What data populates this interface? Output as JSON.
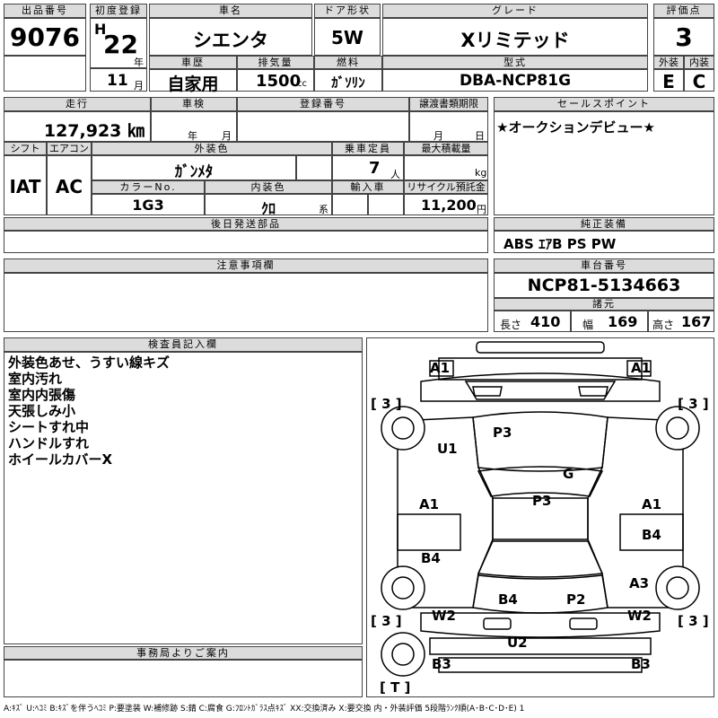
{
  "lot": {
    "label": "出品番号",
    "value": "9076"
  },
  "first_reg": {
    "label": "初度登録",
    "era": "H",
    "year": "22",
    "year_unit": "年",
    "month": "11",
    "month_unit": "月"
  },
  "car_name": {
    "label": "車名",
    "value": "シエンタ"
  },
  "door": {
    "label": "ドア形状",
    "value": "5W"
  },
  "grade": {
    "label": "グレード",
    "value": "Xリミテッド"
  },
  "score": {
    "label": "評価点",
    "value": "3",
    "ext_label": "外装",
    "int_label": "内装",
    "ext_value": "E",
    "int_value": "C"
  },
  "history": {
    "label": "車歴",
    "value": "自家用"
  },
  "displacement": {
    "label": "排気量",
    "value": "1500",
    "unit": "cc"
  },
  "fuel": {
    "label": "燃料",
    "value": "ｶﾞｿﾘﾝ"
  },
  "model": {
    "label": "型式",
    "value": "DBA-NCP81G"
  },
  "mileage": {
    "label": "走行",
    "value": "127,923 ㎞"
  },
  "inspection": {
    "label": "車検",
    "year_unit": "年",
    "month_unit": "月"
  },
  "registration": {
    "label": "登録番号"
  },
  "transfer": {
    "label": "譲渡書類期限",
    "month_unit": "月",
    "day_unit": "日"
  },
  "sales_point": {
    "label": "セールスポイント",
    "value": "★オークションデビュー★"
  },
  "shift": {
    "label": "シフト",
    "value": "IAT"
  },
  "aircon": {
    "label": "エアコン",
    "value": "AC"
  },
  "ext_color": {
    "label": "外装色",
    "value": "ｶﾞﾝﾒﾀ"
  },
  "capacity": {
    "label": "乗車定員",
    "value": "7",
    "unit": "人"
  },
  "max_load": {
    "label": "最大積載量",
    "unit": "kg"
  },
  "color_no": {
    "label": "カラーNo.",
    "value": "1G3"
  },
  "int_color": {
    "label": "内装色",
    "value": "ｸﾛ",
    "unit": "系"
  },
  "import": {
    "label": "輸入車"
  },
  "recycle": {
    "label": "リサイクル預託金",
    "value": "11,200",
    "unit": "円"
  },
  "later_parts": {
    "label": "後日発送部品"
  },
  "equipment": {
    "label": "純正装備",
    "value": "ABS ｴｱB PS PW"
  },
  "caution": {
    "label": "注意事項欄"
  },
  "chassis": {
    "label": "車台番号",
    "value": "NCP81-5134663"
  },
  "specs": {
    "label": "諸元",
    "length_label": "長さ",
    "length": "410",
    "width_label": "幅",
    "width": "169",
    "height_label": "高さ",
    "height": "167"
  },
  "inspector": {
    "label": "検査員記入欄",
    "notes": [
      "外装色あせ、うすい線キズ",
      "室内汚れ",
      "室内内張傷",
      "天張しみ小",
      "シートすれ中",
      "ハンドルすれ",
      "ホイールカバーX"
    ]
  },
  "office": {
    "label": "事務局よりご案内"
  },
  "diagram": {
    "marks": {
      "a1_fl": "A1",
      "a1_fr": "A1",
      "u1": "U1",
      "p3_hood": "P3",
      "g": "G",
      "a1_l": "A1",
      "p3_roof": "P3",
      "a1_r": "A1",
      "b4_rl": "B4",
      "b4_rr": "B4",
      "a3": "A3",
      "b4_rear": "B4",
      "p2": "P2",
      "w2_l": "W2",
      "w2_r": "W2",
      "u2": "U2",
      "b3_l": "B3",
      "b3_r": "B3"
    },
    "tires": {
      "fl": "[ 3 ]",
      "fr": "[ 3 ]",
      "rl": "[ 3 ]",
      "rr": "[ 3 ]",
      "spare": "[ T ]"
    }
  },
  "legend": "A:ｷｽﾞ U:ﾍｺﾐ B:ｷｽﾞを伴うﾍｺﾐ P:要塗装 W:補修跡 S:錆 C:腐食 G:ﾌﾛﾝﾄｶﾞﾗｽ点ｷｽﾞ XX:交換済み X:要交換 内・外装評価 5段階ﾗﾝｸ順(A･B･C･D･E) 1"
}
